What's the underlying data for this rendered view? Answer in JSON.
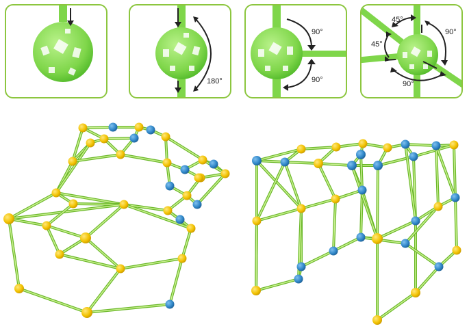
{
  "colors": {
    "frame_border": "#8cc63f",
    "connector_green": "#8fe35a",
    "connector_dark": "#4fb828",
    "rod": "#9ddc4d",
    "rod_edge": "#6bb82a",
    "ball_yellow": "#f2c200",
    "ball_blue": "#2f86c8",
    "arrow": "#222222"
  },
  "panels": [
    {
      "name": "single-connection",
      "labels": []
    },
    {
      "name": "straight-connection",
      "labels": [
        "180°"
      ]
    },
    {
      "name": "right-angle-connection",
      "labels": [
        "90°",
        "90°"
      ]
    },
    {
      "name": "multi-angle-connection",
      "labels": [
        "45°",
        "45°",
        "90°",
        "90°"
      ]
    }
  ],
  "icons": [
    "connector-ball-icon",
    "rod-icon",
    "arrow-icon",
    "angle-arc-icon"
  ],
  "structures": [
    "dome-fort-structure",
    "box-fort-structure"
  ]
}
